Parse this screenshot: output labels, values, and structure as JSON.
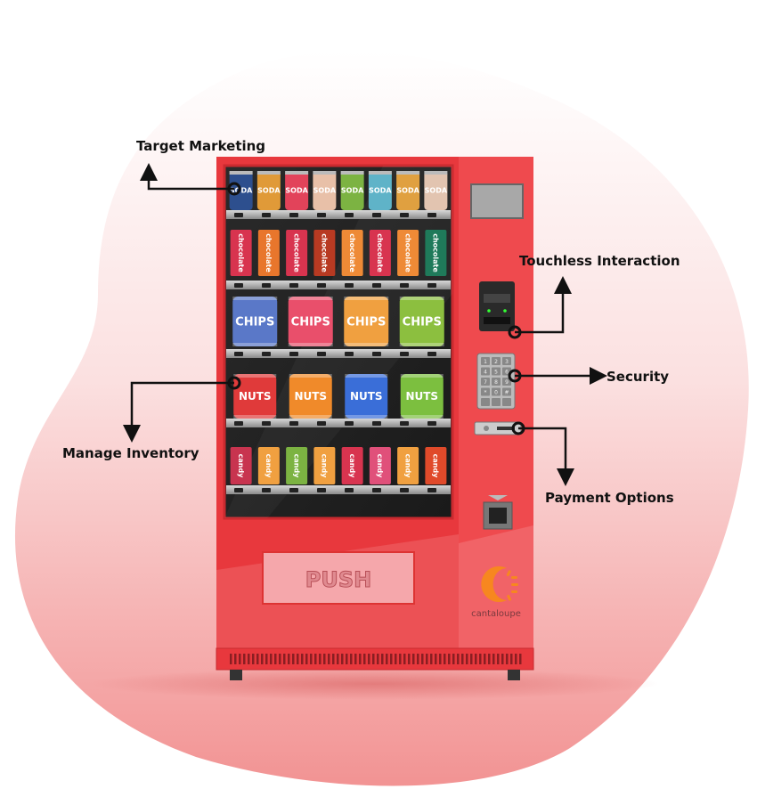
{
  "annotations": {
    "target_marketing": "Target Marketing",
    "manage_inventory": "Manage Inventory",
    "touchless_interaction": "Touchless Interaction",
    "security": "Security",
    "payment_options": "Payment Options"
  },
  "machine": {
    "push_label": "PUSH",
    "brand": "cantaloupe",
    "keypad_keys": [
      "1",
      "2",
      "3",
      "4",
      "5",
      "6",
      "7",
      "8",
      "9",
      "*",
      "0",
      "#",
      "",
      "",
      ""
    ]
  },
  "products": {
    "row1": {
      "label": "SODA",
      "colors": [
        "#2d4f8e",
        "#e09a38",
        "#e2435a",
        "#e8c0a8",
        "#7cb342",
        "#5fb3c8",
        "#e0a040",
        "#e2c4b0"
      ]
    },
    "row2": {
      "label": "chocolate",
      "colors": [
        "#d8344f",
        "#e8762c",
        "#d8344f",
        "#b83a22",
        "#ee8a36",
        "#d8344f",
        "#ee8a36",
        "#1f7a5a"
      ]
    },
    "row3": {
      "label": "CHIPS",
      "colors": [
        "#5a78c8",
        "#e94f6b",
        "#f0a040",
        "#8cbf3f"
      ]
    },
    "row4": {
      "label": "NUTS",
      "colors": [
        "#e03a3a",
        "#f08a2a",
        "#3a6ed8",
        "#7cbf3f"
      ]
    },
    "row5": {
      "label": "candy",
      "colors": [
        "#c8344f",
        "#f0a040",
        "#7cb342",
        "#f0a040",
        "#d8344f",
        "#e0507a",
        "#f0a040",
        "#e04a2a"
      ]
    }
  },
  "colors": {
    "body": "#e8383d",
    "panel": "#ef4a4e",
    "blob": "#f39a9a"
  }
}
